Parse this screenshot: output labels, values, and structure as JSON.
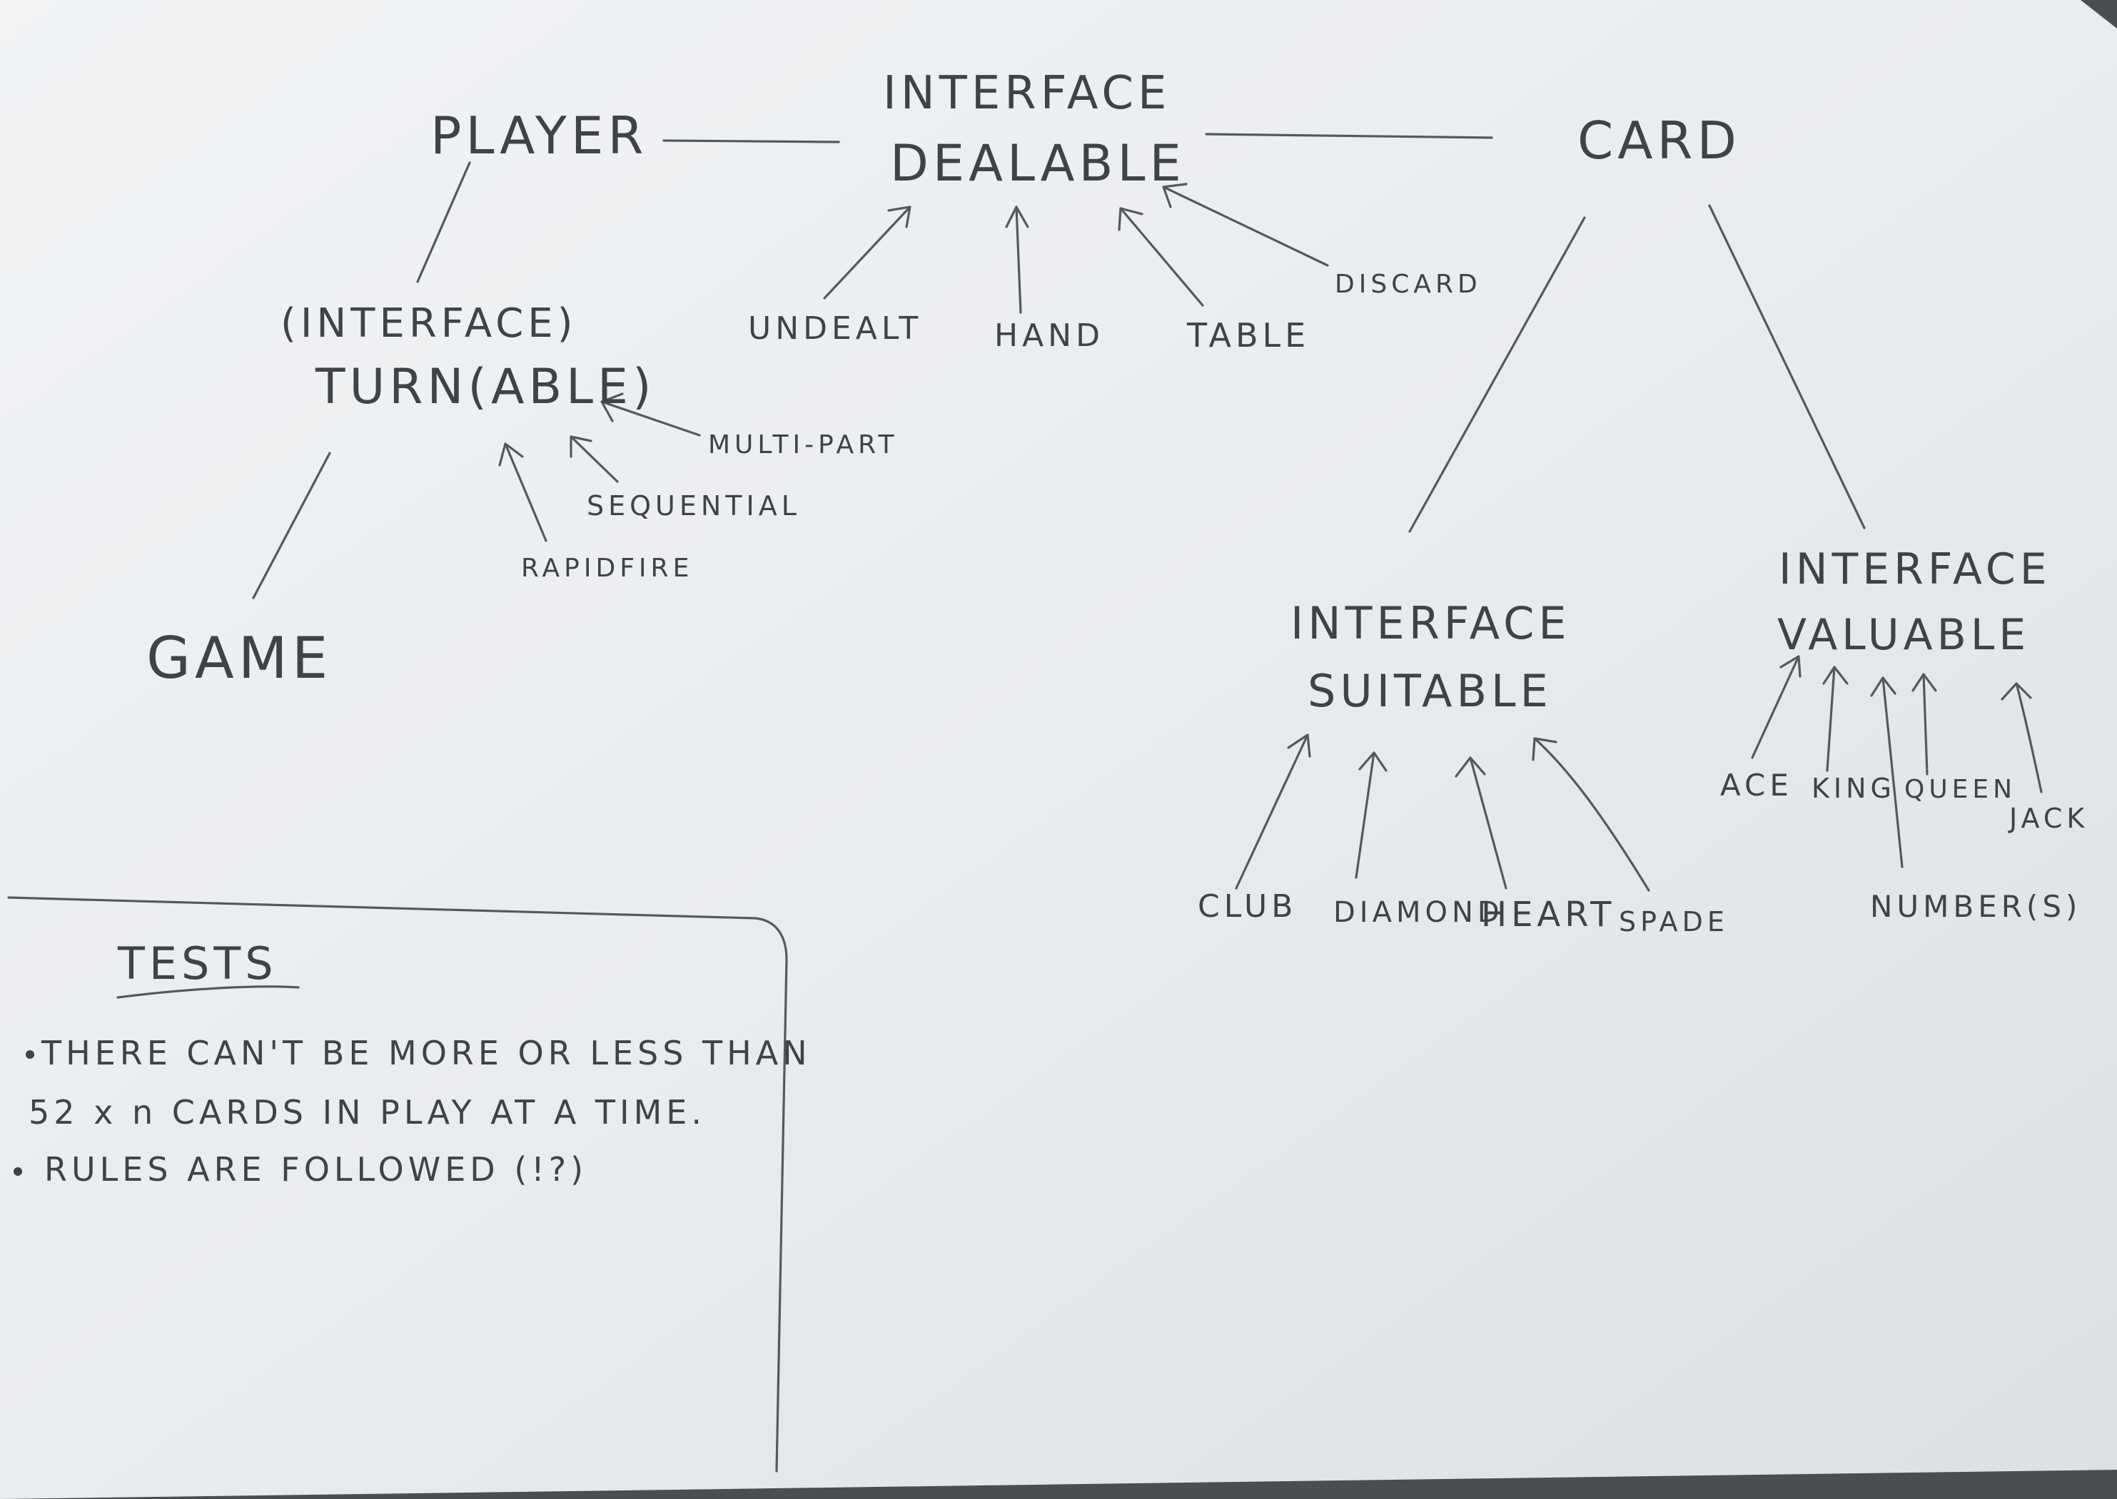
{
  "nodes": {
    "player": "PLAYER",
    "dealable_interface": "INTERFACE",
    "dealable": "DEALABLE",
    "card": "CARD",
    "turnable_interface": "(INTERFACE)",
    "turnable": "TURN(ABLE)",
    "game": "GAME",
    "undealt": "UNDEALT",
    "hand": "HAND",
    "table": "TABLE",
    "discard": "DISCARD",
    "multi_part": "MULTI-PART",
    "sequential": "SEQUENTIAL",
    "rapidfire": "RAPIDFIRE",
    "suitable_interface": "INTERFACE",
    "suitable": "SUITABLE",
    "valuable_interface": "INTERFACE",
    "valuable": "VALUABLE",
    "club": "CLUB",
    "diamond": "DIAMOND",
    "heart": "HEART",
    "spade": "SPADE",
    "ace": "ACE",
    "king": "KING",
    "queen": "QUEEN",
    "jack": "JACK",
    "numbers": "NUMBER(S)"
  },
  "tests": {
    "title": "TESTS",
    "items": [
      "THERE CAN'T BE MORE OR LESS THAN",
      "52 x n CARDS IN PLAY AT A TIME.",
      "RULES ARE FOLLOWED (!?)"
    ]
  },
  "colors": {
    "paper": "#eef0f2",
    "ink": "#3f4247",
    "background": "#4a4e52"
  }
}
